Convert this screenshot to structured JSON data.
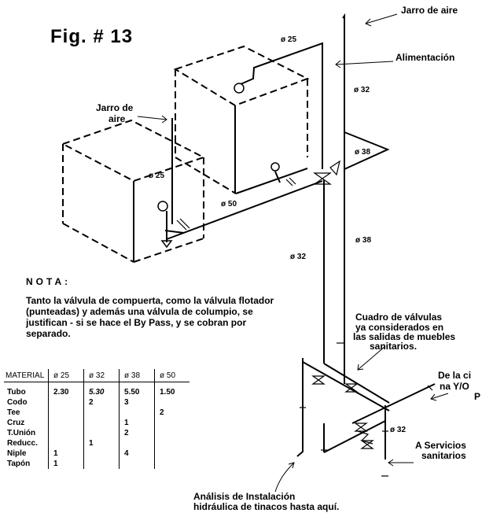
{
  "figure": {
    "title": "Fig. # 13"
  },
  "labels": {
    "jarro_top": "Jarro de aire",
    "alimentacion": "Alimentación",
    "jarro_left_1": "Jarro de",
    "jarro_left_2": "aire",
    "cuadro": [
      "Cuadro de válvulas",
      "ya considerados en",
      "las salidas de muebles",
      "sanitarios."
    ],
    "ciudad": [
      "De la ci",
      "na Y/O",
      "P"
    ],
    "servicios": [
      "A Servicios",
      "sanitarios"
    ],
    "analisis": [
      "Análisis de Instalación",
      "hidráulica de tinacos hasta aquí."
    ]
  },
  "diameters": {
    "d25_top": "ø 25",
    "d32_right": "ø 32",
    "d38_tri": "ø 38",
    "d25_left": "ø 25",
    "d50": "ø 50",
    "d38_mid": "ø 38",
    "d32_mid": "ø 32",
    "d32_low": "ø 32"
  },
  "nota": {
    "title": "NOTA:",
    "body": "Tanto la válvula de compuerta, como la válvula flotador (punteadas) y además una válvula de columpio, se justifican - si se hace el By Pass, y se cobran por separado."
  },
  "table": {
    "columns": [
      "MATERIAL",
      "ø 25",
      "ø 32",
      "ø 38",
      "ø 50"
    ],
    "rows": [
      {
        "name": "Tubo",
        "d25": "2.30",
        "d32": "5.30",
        "d38": "5.50",
        "d50": "1.50"
      },
      {
        "name": "Codo",
        "d25": "",
        "d32": "2",
        "d38": "3",
        "d50": ""
      },
      {
        "name": "Tee",
        "d25": "",
        "d32": "",
        "d38": "",
        "d50": "2"
      },
      {
        "name": "Cruz",
        "d25": "",
        "d32": "",
        "d38": "1",
        "d50": ""
      },
      {
        "name": "T.Unión",
        "d25": "",
        "d32": "",
        "d38": "2",
        "d50": ""
      },
      {
        "name": "Reducc.",
        "d25": "",
        "d32": "1",
        "d38": "",
        "d50": ""
      },
      {
        "name": "Niple",
        "d25": "1",
        "d32": "",
        "d38": "4",
        "d50": ""
      },
      {
        "name": "Tapón",
        "d25": "1",
        "d32": "",
        "d38": "",
        "d50": ""
      }
    ]
  }
}
